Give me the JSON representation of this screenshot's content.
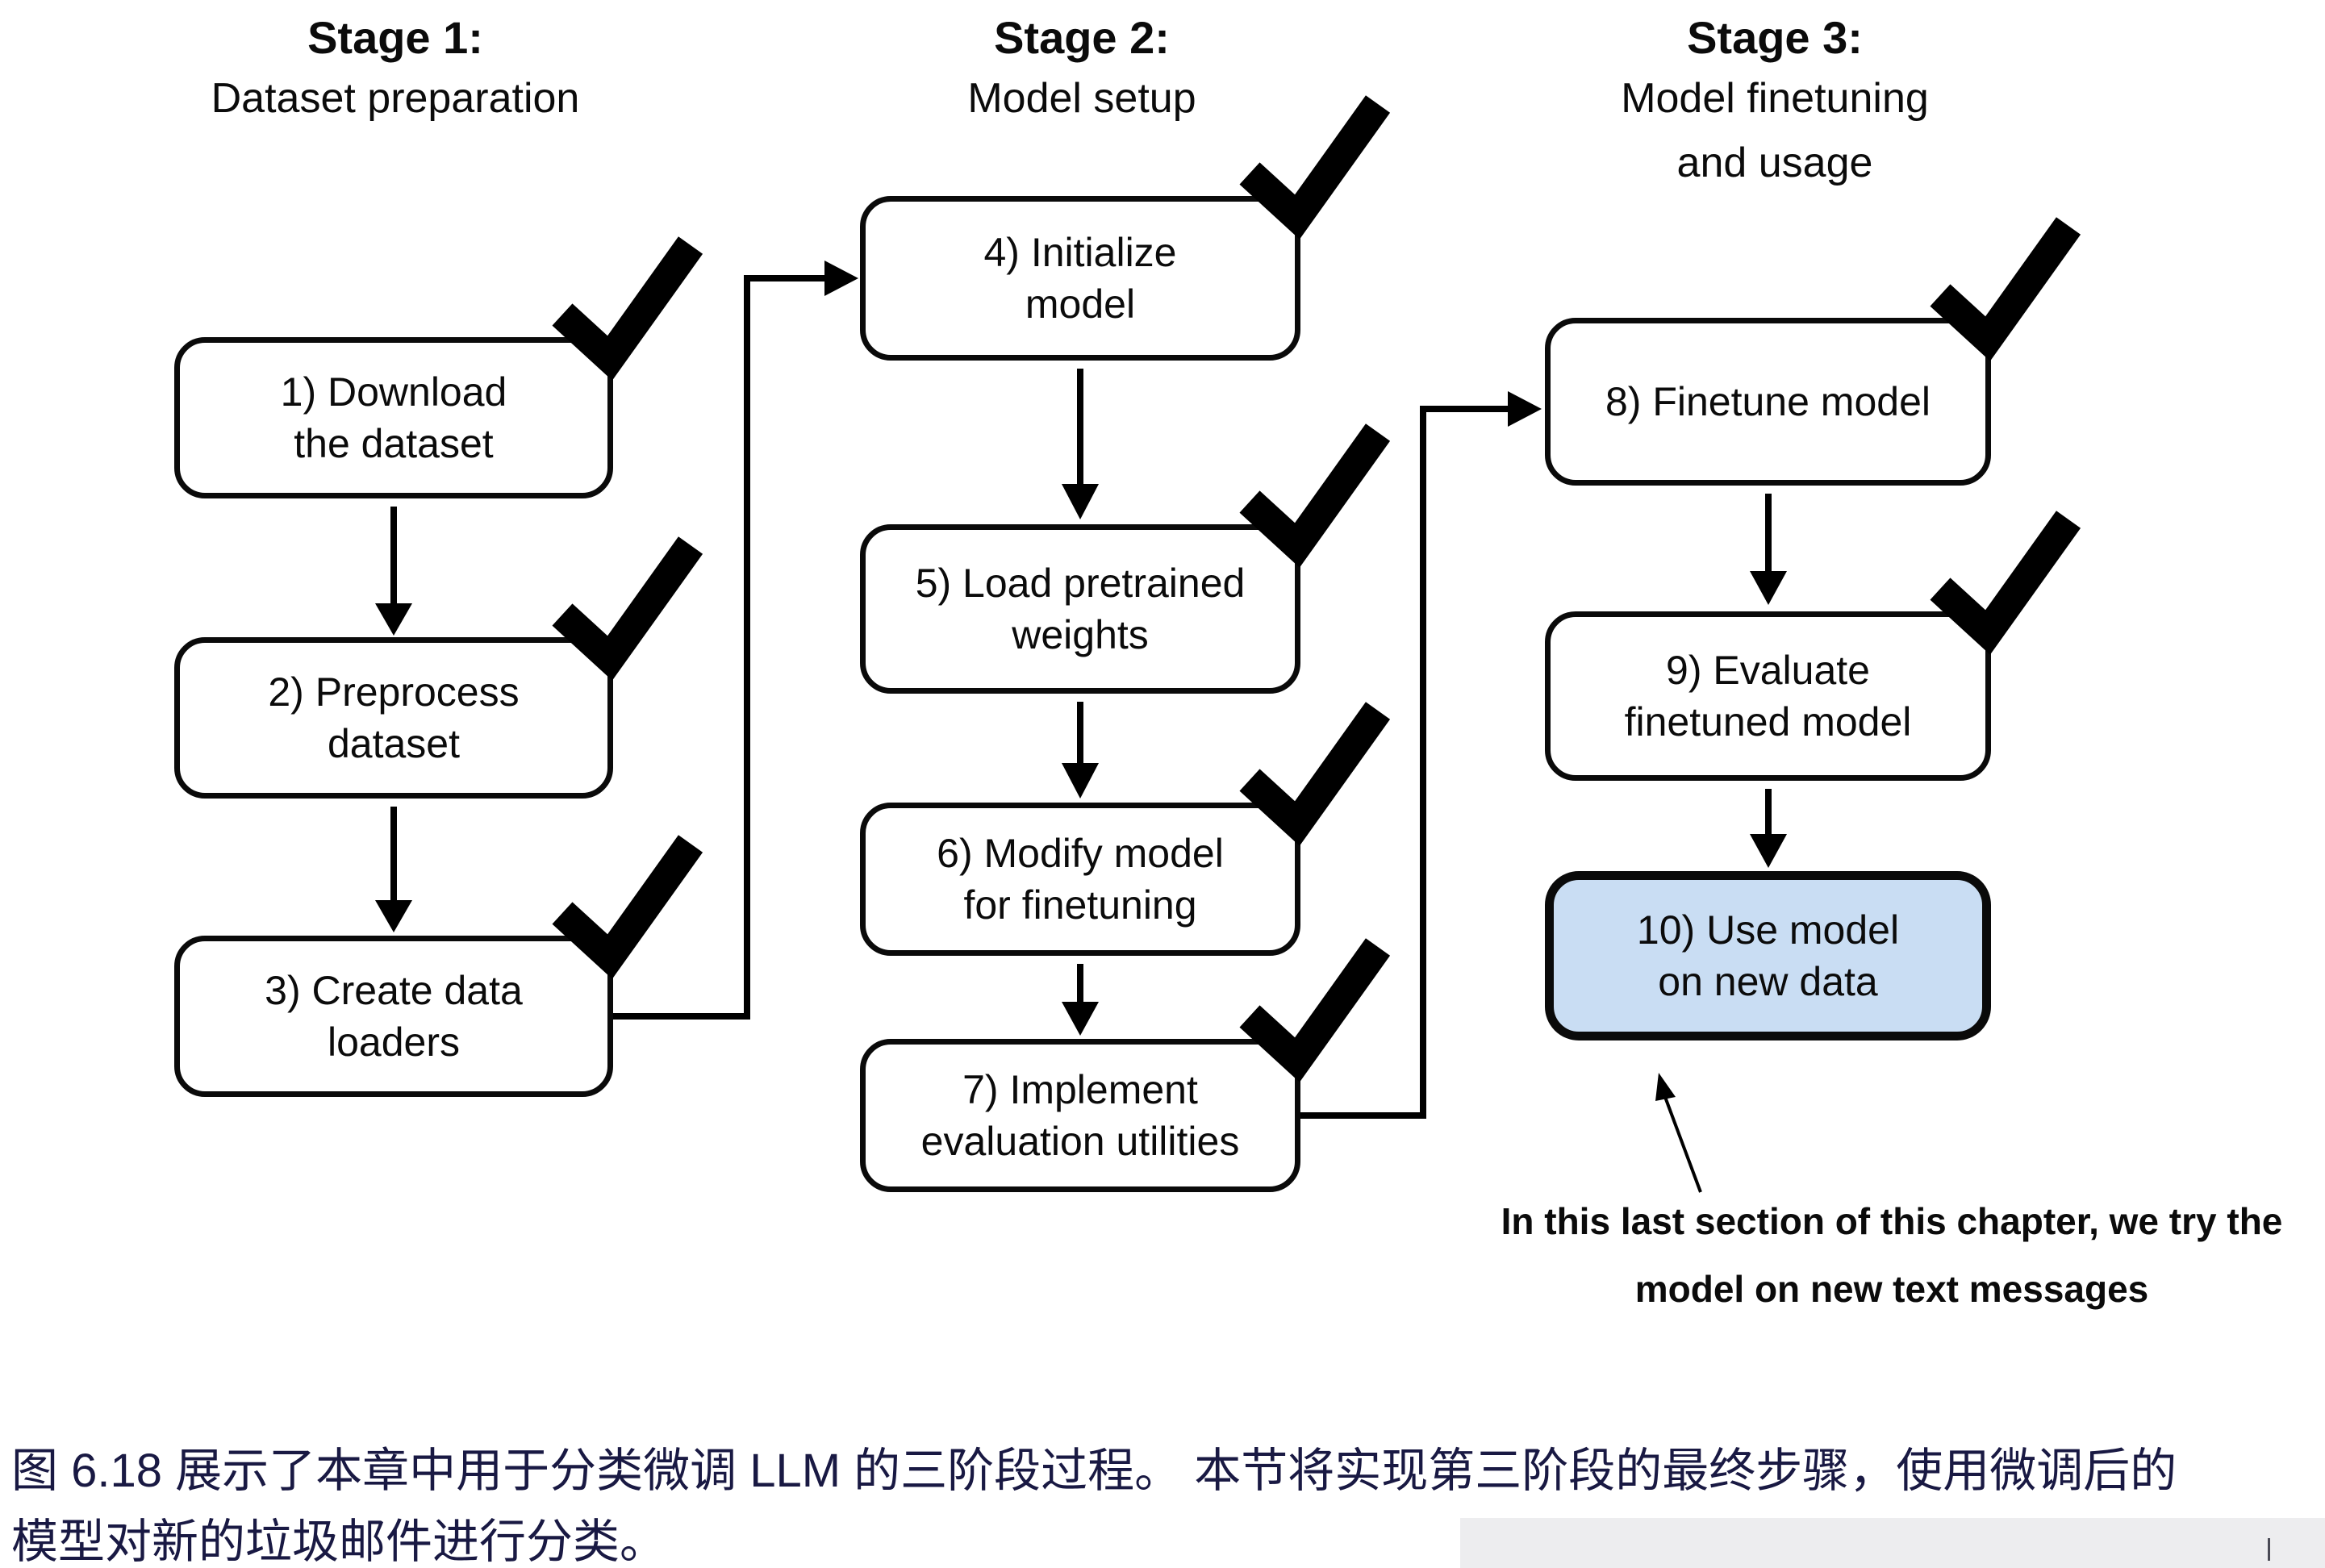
{
  "stages": [
    {
      "title": "Stage 1:",
      "subtitle": [
        "Dataset preparation"
      ]
    },
    {
      "title": "Stage 2:",
      "subtitle": [
        "Model setup"
      ]
    },
    {
      "title": "Stage 3:",
      "subtitle": [
        "Model finetuning",
        "and usage"
      ]
    }
  ],
  "boxes": [
    {
      "id": 1,
      "lines": [
        "1) Download",
        "the dataset"
      ],
      "checked": true,
      "highlighted": false
    },
    {
      "id": 2,
      "lines": [
        "2) Preprocess",
        "dataset"
      ],
      "checked": true,
      "highlighted": false
    },
    {
      "id": 3,
      "lines": [
        "3) Create data",
        "loaders"
      ],
      "checked": true,
      "highlighted": false
    },
    {
      "id": 4,
      "lines": [
        "4) Initialize",
        "model"
      ],
      "checked": true,
      "highlighted": false
    },
    {
      "id": 5,
      "lines": [
        "5) Load pretrained",
        "weights"
      ],
      "checked": true,
      "highlighted": false
    },
    {
      "id": 6,
      "lines": [
        "6) Modify model",
        "for finetuning"
      ],
      "checked": true,
      "highlighted": false
    },
    {
      "id": 7,
      "lines": [
        "7) Implement",
        "evaluation utilities"
      ],
      "checked": true,
      "highlighted": false
    },
    {
      "id": 8,
      "lines": [
        "8) Finetune model"
      ],
      "checked": true,
      "highlighted": false
    },
    {
      "id": 9,
      "lines": [
        "9) Evaluate",
        "finetuned model"
      ],
      "checked": true,
      "highlighted": false
    },
    {
      "id": 10,
      "lines": [
        "10) Use model",
        "on new data"
      ],
      "checked": false,
      "highlighted": true
    }
  ],
  "annotation": {
    "lines": [
      "In this last section of this chapter, we try the",
      "model on new text messages"
    ]
  },
  "caption": {
    "lines": [
      "图 6.18 展示了本章中用于分类微调 LLM 的三阶段过程。 本节将实现第三阶段的最终步骤，使用微调后的",
      "模型对新的垃圾邮件进行分类。"
    ]
  },
  "colors": {
    "highlight_fill": "#c9ddf3",
    "caption_text": "#191943",
    "stroke": "#000000"
  },
  "icons": {
    "checkmark": "✓",
    "arrow_down": "↓",
    "arrow_right": "→",
    "arrow_up_left": "↖"
  }
}
